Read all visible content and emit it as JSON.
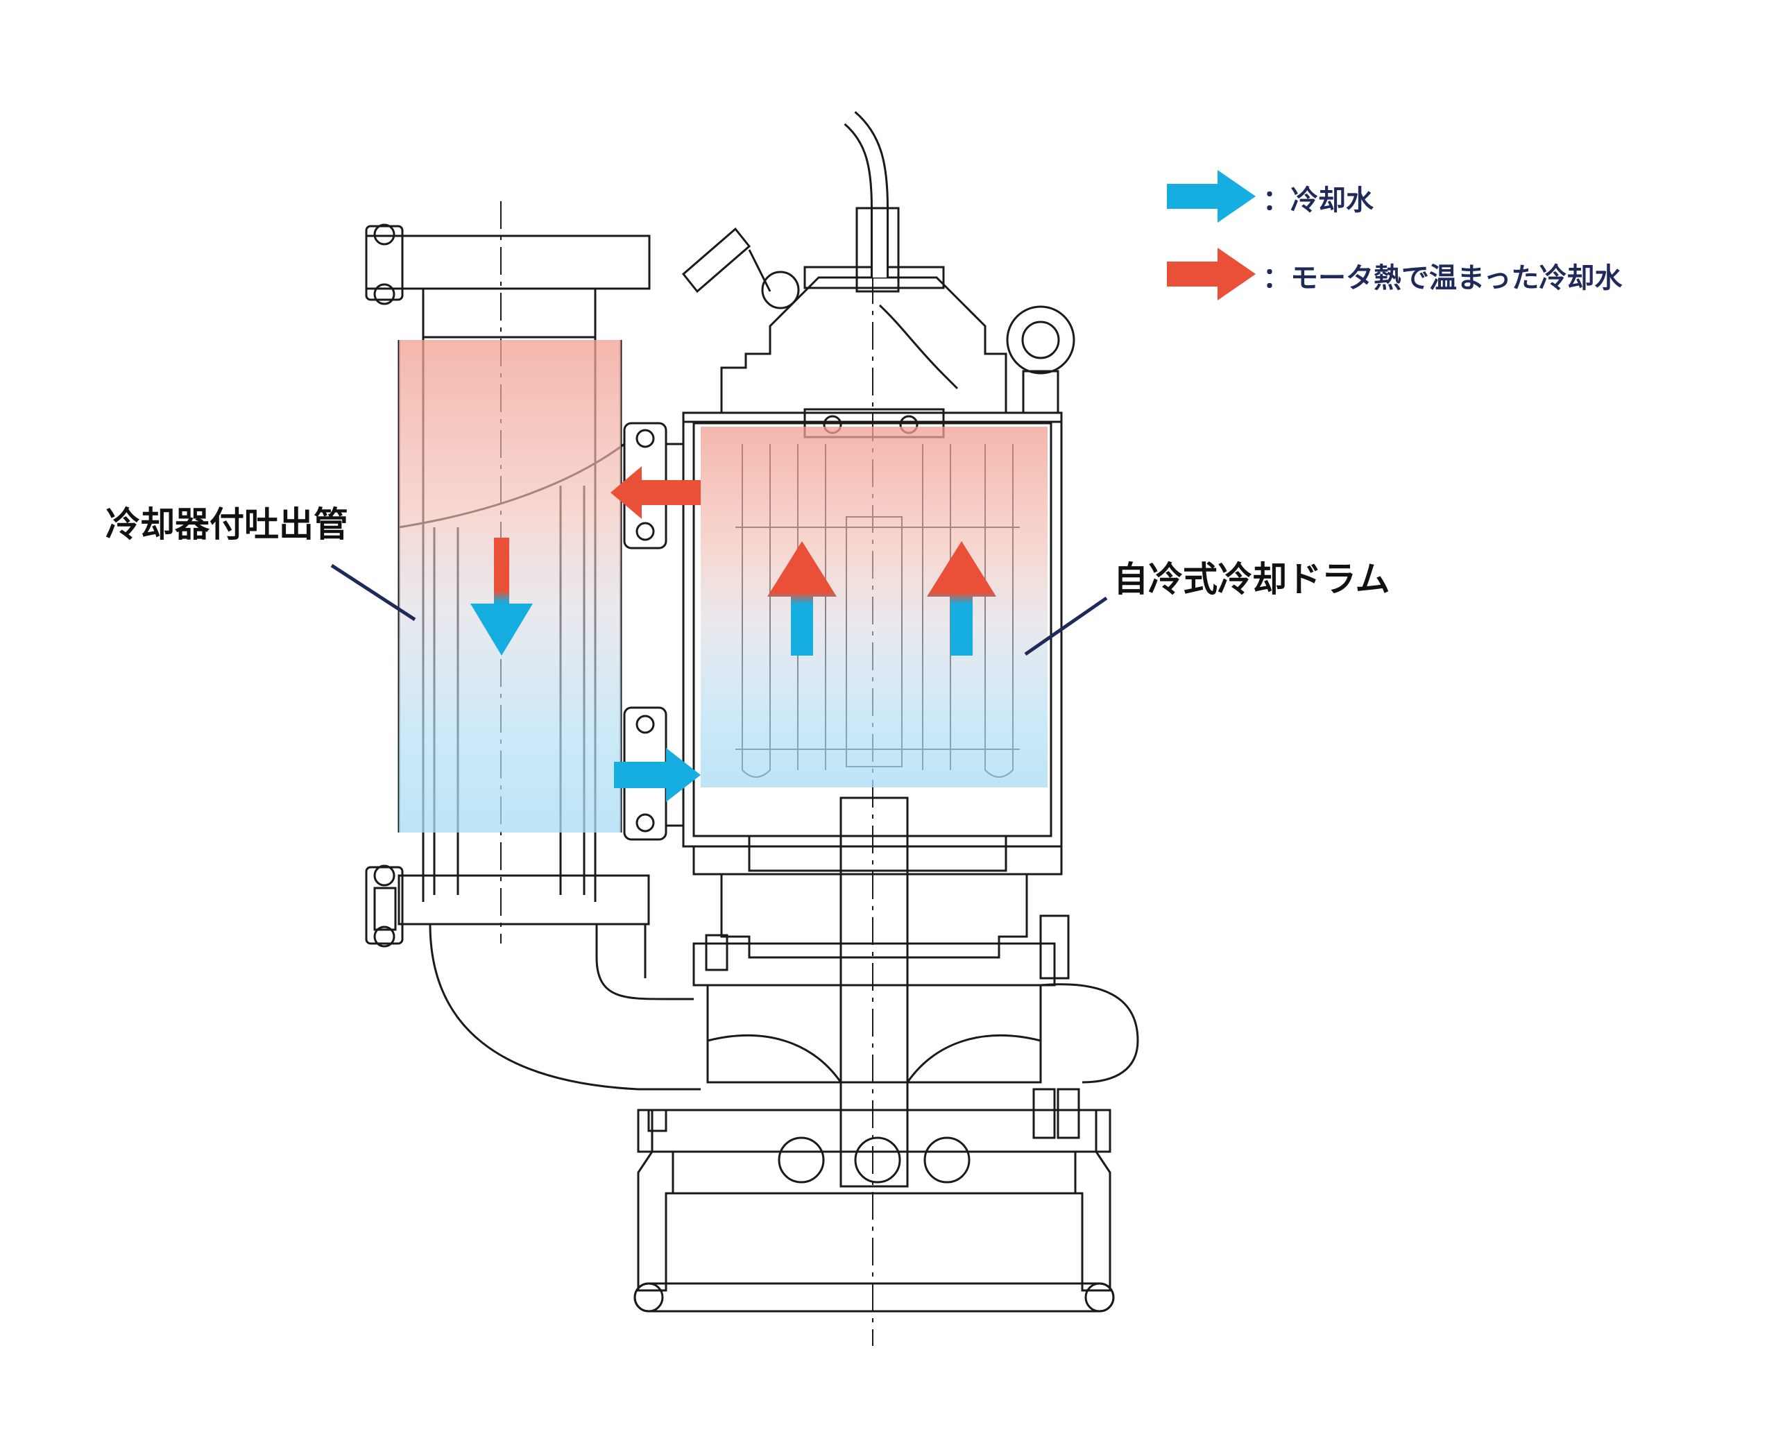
{
  "legend": {
    "cool_water": {
      "label": "：冷却水",
      "color": "#16aee0"
    },
    "hot_water": {
      "label": "：モータ熱で温まった冷却水",
      "color": "#ea5038"
    }
  },
  "callouts": {
    "cooler_pipe": "冷却器付吐出管",
    "cooling_drum": "自冷式冷却ドラム"
  },
  "colors": {
    "line": "#1a1a1a",
    "leader": "#1f2a5a",
    "hot_fill": "#f0a093",
    "cool_fill": "#a8dcf4"
  }
}
